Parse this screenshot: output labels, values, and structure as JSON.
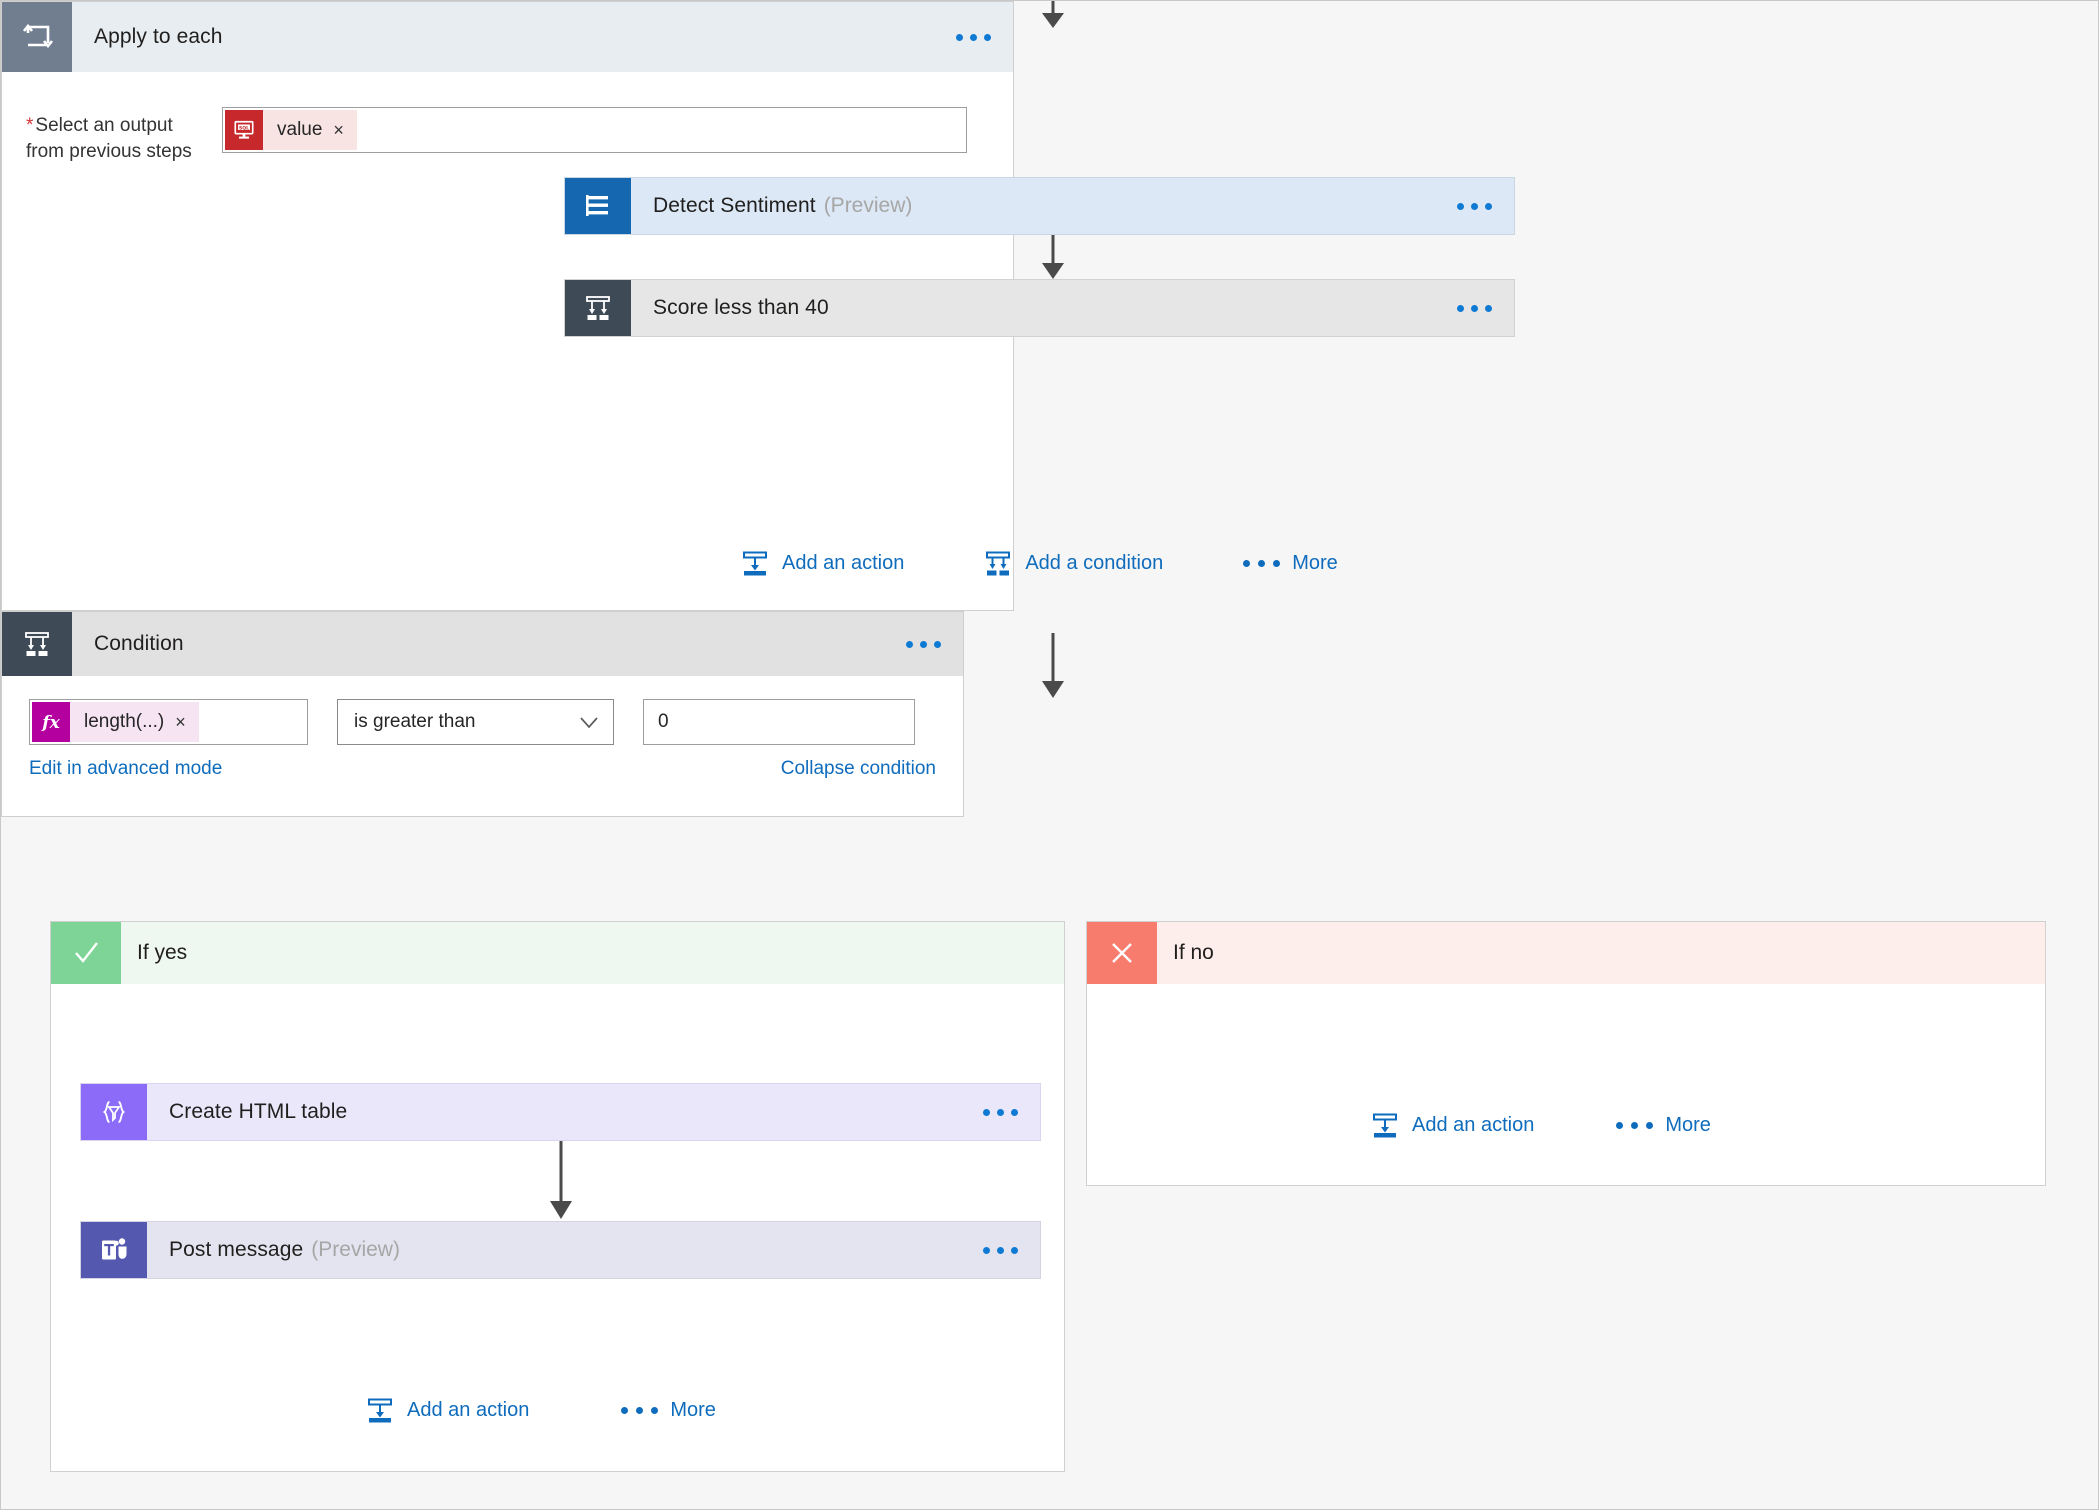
{
  "flow": {
    "loop": {
      "title": "Apply to each",
      "icon": "loop-icon",
      "menu_icon": "ellipsis-icon",
      "field": {
        "label": "Select an output",
        "label_line2": "from previous steps",
        "required_marker": "*",
        "token": {
          "icon": "sql-server-icon",
          "text": "value",
          "remove_icon": "×",
          "tile_color": "#c7282c",
          "chip_color": "#f9e4e4"
        }
      },
      "steps": [
        {
          "id": "detect-sentiment",
          "title": "Detect Sentiment",
          "subtitle": "(Preview)",
          "icon": "text-analytics-icon",
          "icon_color": "#1567b0",
          "card_color": "#dce8f5"
        },
        {
          "id": "score-less-than",
          "title": "Score less than 40",
          "subtitle": "",
          "icon": "condition-icon",
          "icon_color": "#3f4a57",
          "card_color": "#e6e6e6"
        }
      ],
      "actions": {
        "add_action": "Add an action",
        "add_condition": "Add a condition",
        "more": "More"
      }
    },
    "condition": {
      "title": "Condition",
      "icon": "condition-icon",
      "menu_icon": "ellipsis-icon",
      "expression": {
        "icon": "fx-icon",
        "text": "length(...)",
        "remove_icon": "×",
        "tile_color": "#b4009e",
        "chip_color": "#f6e4f3"
      },
      "operator": {
        "value": "is greater than",
        "chevron_icon": "chevron-down-icon"
      },
      "value": "0",
      "links": {
        "advanced": "Edit in advanced mode",
        "collapse": "Collapse condition"
      }
    },
    "branches": [
      {
        "id": "yes",
        "label": "If yes",
        "icon": "checkmark-icon",
        "icon_color": "#7ed496",
        "header_color": "#eff7f1",
        "steps": [
          {
            "id": "create-html-table",
            "title": "Create HTML table",
            "subtitle": "",
            "icon": "data-operations-icon",
            "icon_color": "#8b6bf7",
            "card_color": "#eae7fb"
          },
          {
            "id": "post-message",
            "title": "Post message",
            "subtitle": "(Preview)",
            "icon": "teams-icon",
            "icon_color": "#5558af",
            "card_color": "#e4e4f0"
          }
        ],
        "actions": {
          "add_action": "Add an action",
          "more": "More"
        }
      },
      {
        "id": "no",
        "label": "If no",
        "icon": "close-icon",
        "icon_color": "#f87c6e",
        "header_color": "#fdeeec",
        "steps": [],
        "actions": {
          "add_action": "Add an action",
          "more": "More"
        }
      }
    ],
    "colors": {
      "accent_blue": "#0f6cbd",
      "canvas": "#f6f6f6",
      "connector": "#4a4a4a"
    }
  }
}
